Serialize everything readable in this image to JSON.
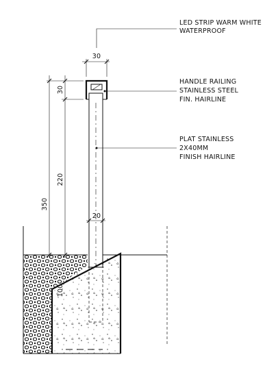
{
  "callouts": {
    "led": [
      "LED STRIP WARM WHITE",
      "WATERPROOF"
    ],
    "railing": [
      "HANDLE RAILING",
      "STAINLESS STEEL",
      "FIN. HAIRLINE"
    ],
    "plate": [
      "PLAT STAINLESS",
      "2X40MM",
      "FINISH HAIRLINE"
    ]
  },
  "dimensions": {
    "top_width": "30",
    "handle_height": "30",
    "mid_height": "220",
    "total_height": "350",
    "post_width": "20",
    "embed_depth": "100"
  }
}
